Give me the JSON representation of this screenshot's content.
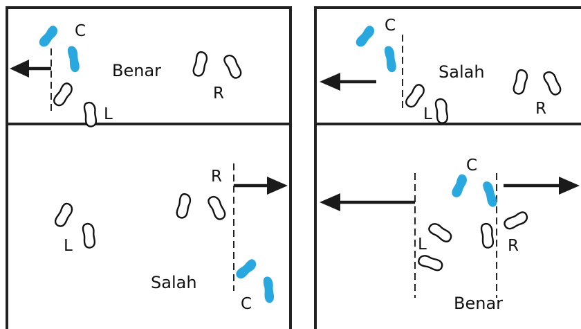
{
  "colors": {
    "catcher_foot": "#29a8e0",
    "outline": "#111111",
    "background": "#ffffff"
  },
  "panels": {
    "top_left": {
      "verdict": "Benar",
      "labels": {
        "c": "C",
        "l": "L",
        "r": "R"
      }
    },
    "top_right": {
      "verdict": "Salah",
      "labels": {
        "c": "C",
        "l": "L",
        "r": "R"
      }
    },
    "bottom_left": {
      "verdict": "Salah",
      "labels": {
        "c": "C",
        "l": "L",
        "r": "R"
      }
    },
    "bottom_right": {
      "verdict": "Benar",
      "labels": {
        "c": "C",
        "l": "L",
        "r": "R"
      }
    }
  }
}
